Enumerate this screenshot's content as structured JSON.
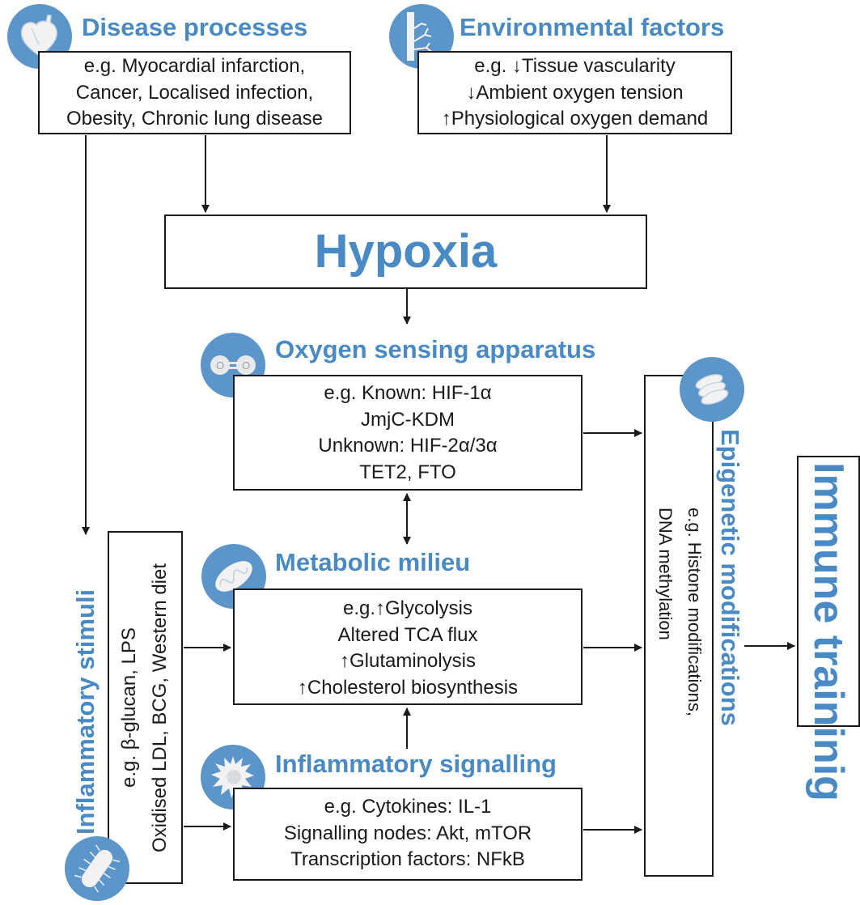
{
  "colors": {
    "accent": "#4a8ac4",
    "icon_bg": "#5b95c9",
    "line": "#1a1a1a"
  },
  "disease_processes": {
    "title": "Disease processes",
    "icon": "heart-icon",
    "lines": [
      "e.g. Myocardial infarction,",
      "Cancer, Localised infection,",
      "Obesity, Chronic lung disease"
    ]
  },
  "environmental_factors": {
    "title": "Environmental factors",
    "icon": "vasculature-icon",
    "lines": [
      "e.g.  ↓Tissue vascularity",
      "↓Ambient oxygen tension",
      "↑Physiological oxygen demand"
    ]
  },
  "hypoxia": {
    "title": "Hypoxia"
  },
  "oxygen_sensing": {
    "title": "Oxygen sensing apparatus",
    "icon": "oxygen-molecule-icon",
    "lines": [
      "e.g. Known: HIF-1α",
      "JmjC-KDM",
      "Unknown: HIF-2α/3α",
      "TET2, FTO"
    ]
  },
  "metabolic_milieu": {
    "title": "Metabolic milieu",
    "icon": "mitochondrion-icon",
    "lines": [
      "e.g.↑Glycolysis",
      "Altered TCA flux",
      "↑Glutaminolysis",
      "↑Cholesterol biosynthesis"
    ]
  },
  "inflammatory_signalling": {
    "title": "Inflammatory signalling",
    "icon": "immune-cell-icon",
    "lines": [
      "e.g. Cytokines: IL-1",
      "Signalling nodes: Akt, mTOR",
      "Transcription factors: NFkB"
    ]
  },
  "inflammatory_stimuli": {
    "title": "Inflammatory stimuli",
    "icon": "bacterium-icon",
    "lines": [
      "e.g. β-glucan, LPS",
      "Oxidised LDL, BCG, Western diet"
    ]
  },
  "epigenetic_modifications": {
    "title": "Epigenetic modifications",
    "icon": "nucleosome-icon",
    "lines": [
      "e.g. Histone modifications,",
      "DNA methylation"
    ]
  },
  "immune_training": {
    "title": "Immune traininig"
  }
}
